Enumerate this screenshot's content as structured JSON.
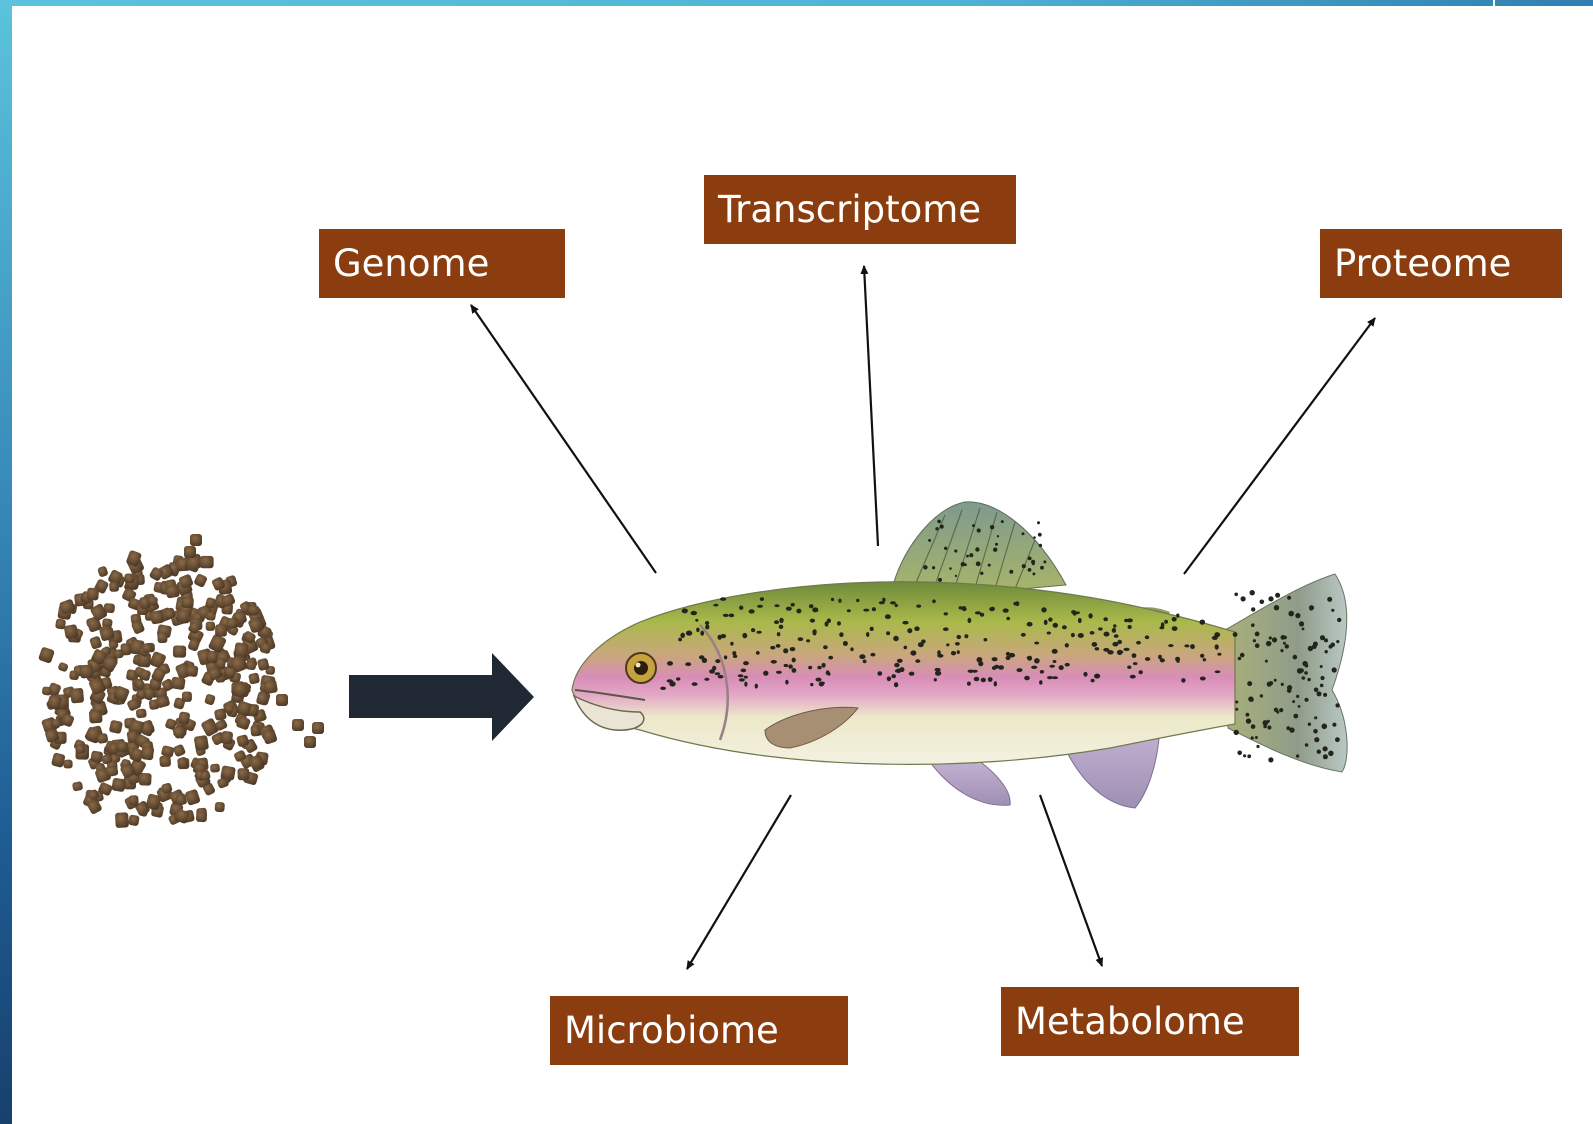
{
  "labels": {
    "genome": "Genome",
    "transcriptome": "Transcriptome",
    "proteome": "Proteome",
    "microbiome": "Microbiome",
    "metabolome": "Metabolome"
  },
  "images": {
    "feed": "fish-feed-pellets",
    "fish": "rainbow-trout"
  },
  "colors": {
    "label_background": "#8b3d0f",
    "label_text": "#ffffff",
    "big_arrow": "#1f2833",
    "connector": "#111111",
    "accent_bar": "#3a8fbd"
  }
}
